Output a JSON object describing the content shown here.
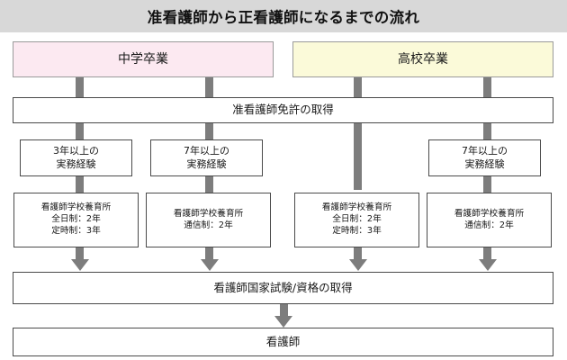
{
  "title": "准看護師から正看護師になるまでの流れ",
  "nodes": {
    "entry_left": "中学卒業",
    "entry_right": "高校卒業",
    "license": "准看護師免許の取得",
    "exp_col1": [
      "3年以上の",
      "実務経験"
    ],
    "exp_col2": [
      "7年以上の",
      "実務経験"
    ],
    "exp_col4": [
      "7年以上の",
      "実務経験"
    ],
    "school_col1": [
      "看護師学校養育所",
      "全日制：2年",
      "定時制：3年"
    ],
    "school_col2": [
      "看護師学校養育所",
      "通信制：2年"
    ],
    "school_col3": [
      "看護師学校養育所",
      "全日制：2年",
      "定時制：3年"
    ],
    "school_col4": [
      "看護師学校養育所",
      "通信制：2年"
    ],
    "exam": "看護師国家試験/資格の取得",
    "final": "看護師"
  },
  "colors": {
    "header_bg": "#d8d8d8",
    "pink_box": "#fce9f1",
    "cream_box": "#fbfad9",
    "connector": "#7d7d7d",
    "border": "#4a4a4a"
  }
}
